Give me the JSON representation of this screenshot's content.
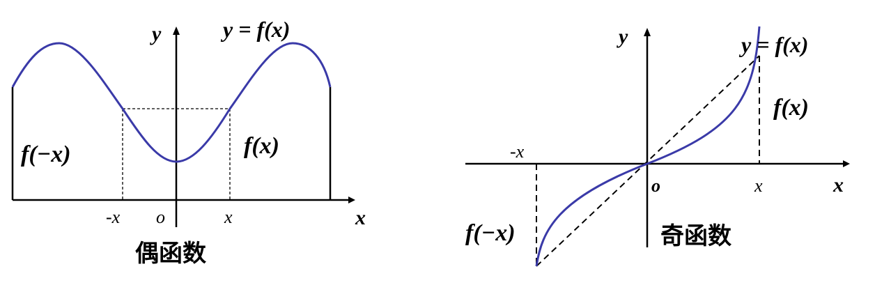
{
  "even": {
    "title": "偶函数",
    "y_axis_label": "y",
    "x_axis_label": "x",
    "origin_label": "o",
    "neg_x_label": "-x",
    "pos_x_label": "x",
    "curve_label": "y = f(x)",
    "left_value_label": "f(−x)",
    "right_value_label": "f(x)"
  },
  "odd": {
    "title": "奇函数",
    "y_axis_label": "y",
    "x_axis_label": "x",
    "origin_label": "o",
    "neg_x_label": "-x",
    "pos_x_label": "x",
    "curve_label": "y = f(x)",
    "right_value_label": "f(x)",
    "left_value_label": "f(−x)"
  },
  "colors": {
    "curve": "#3a3aa8",
    "axis": "#000000"
  }
}
